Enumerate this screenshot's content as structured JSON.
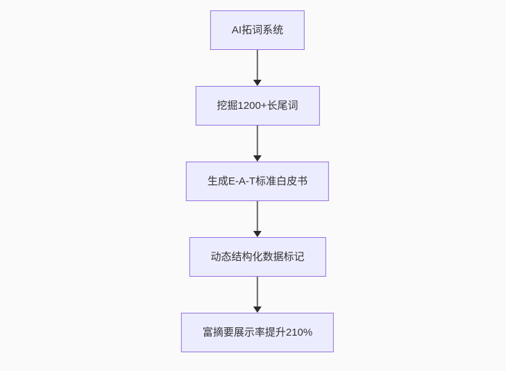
{
  "diagram": {
    "type": "flowchart",
    "direction": "top-down",
    "background_color": "#fafafa",
    "node_fill_color": "#ECECFF",
    "node_border_color": "#9370DB",
    "node_text_color": "#333333",
    "arrow_line_color": "#666666",
    "arrow_head_color": "#2b2b2b",
    "nodes": [
      {
        "id": "A",
        "label": "AI拓词系统"
      },
      {
        "id": "B",
        "label": "挖掘1200+长尾词"
      },
      {
        "id": "C",
        "label": "生成E-A-T标准白皮书"
      },
      {
        "id": "D",
        "label": "动态结构化数据标记"
      },
      {
        "id": "E",
        "label": "富摘要展示率提升210%"
      }
    ],
    "edges": [
      {
        "from": "A",
        "to": "B"
      },
      {
        "from": "B",
        "to": "C"
      },
      {
        "from": "C",
        "to": "D"
      },
      {
        "from": "D",
        "to": "E"
      }
    ]
  }
}
